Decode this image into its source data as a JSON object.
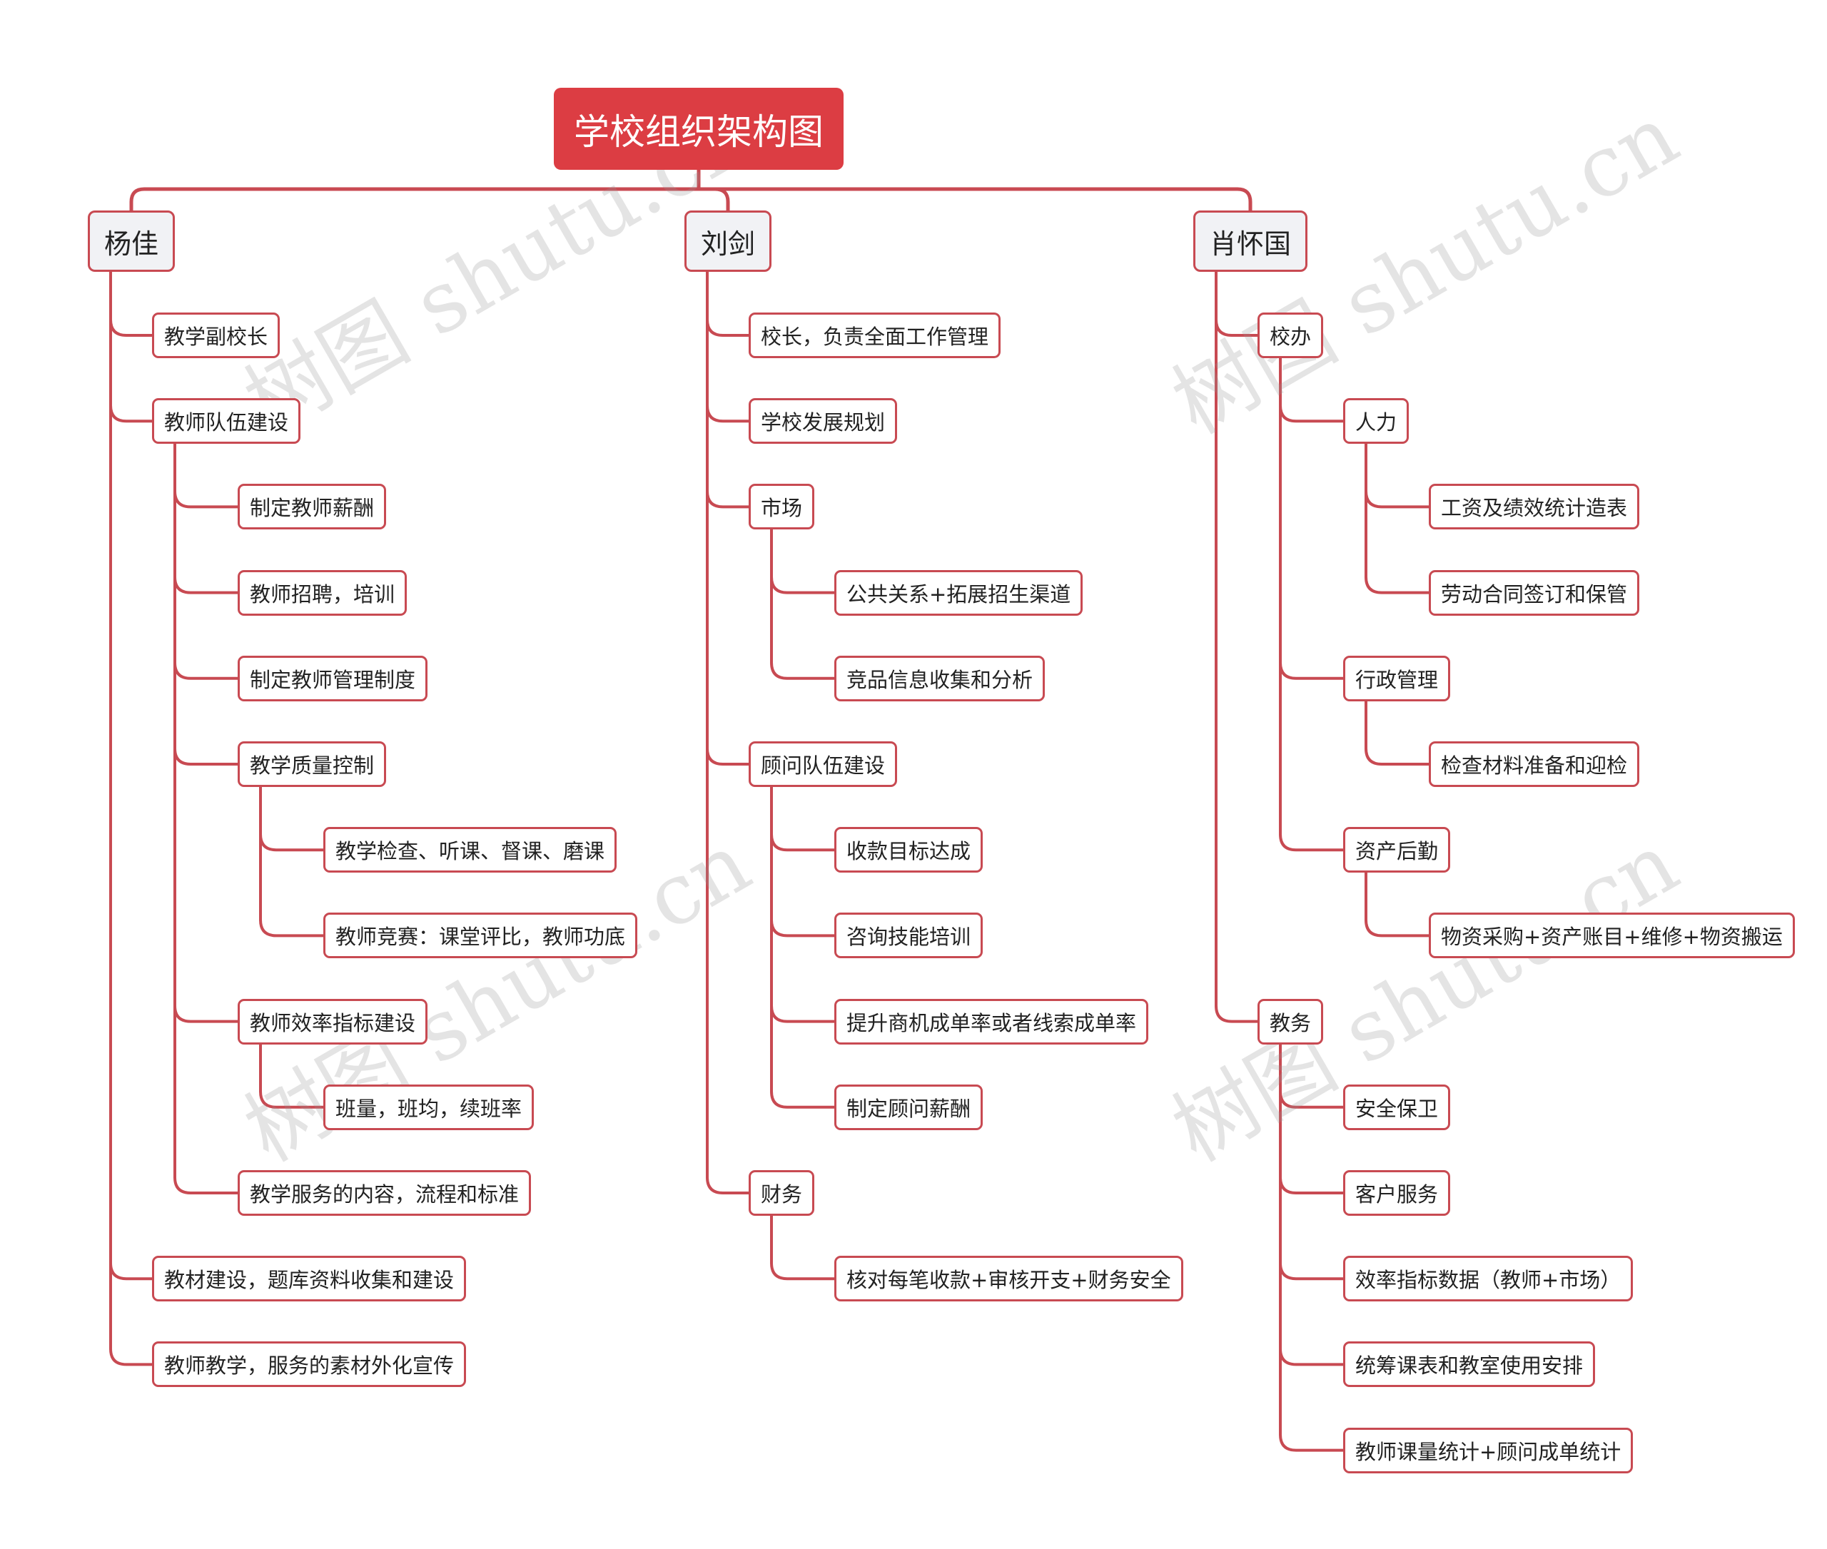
{
  "root": {
    "label": "学校组织架构图"
  },
  "branches": [
    {
      "label": "杨佳",
      "children": [
        {
          "label": "教学副校长"
        },
        {
          "label": "教师队伍建设",
          "children": [
            {
              "label": "制定教师薪酬"
            },
            {
              "label": "教师招聘，培训"
            },
            {
              "label": "制定教师管理制度"
            },
            {
              "label": "教学质量控制",
              "children": [
                {
                  "label": "教学检查、听课、督课、磨课"
                },
                {
                  "label": "教师竞赛：课堂评比，教师功底"
                }
              ]
            },
            {
              "label": "教师效率指标建设",
              "children": [
                {
                  "label": "班量，班均，续班率"
                }
              ]
            },
            {
              "label": "教学服务的内容，流程和标准"
            }
          ]
        },
        {
          "label": "教材建设，题库资料收集和建设"
        },
        {
          "label": "教师教学，服务的素材外化宣传"
        }
      ]
    },
    {
      "label": "刘剑",
      "children": [
        {
          "label": "校长，负责全面工作管理"
        },
        {
          "label": "学校发展规划"
        },
        {
          "label": "市场",
          "children": [
            {
              "label": "公共关系+拓展招生渠道"
            },
            {
              "label": "竞品信息收集和分析"
            }
          ]
        },
        {
          "label": "顾问队伍建设",
          "children": [
            {
              "label": "收款目标达成"
            },
            {
              "label": "咨询技能培训"
            },
            {
              "label": "提升商机成单率或者线索成单率"
            },
            {
              "label": "制定顾问薪酬"
            }
          ]
        },
        {
          "label": "财务",
          "children": [
            {
              "label": "核对每笔收款+审核开支+财务安全"
            }
          ]
        }
      ]
    },
    {
      "label": "肖怀国",
      "children": [
        {
          "label": "校办",
          "children": [
            {
              "label": "人力",
              "children": [
                {
                  "label": "工资及绩效统计造表"
                },
                {
                  "label": "劳动合同签订和保管"
                }
              ]
            },
            {
              "label": "行政管理",
              "children": [
                {
                  "label": "检查材料准备和迎检"
                }
              ]
            },
            {
              "label": "资产后勤",
              "children": [
                {
                  "label": "物资采购+资产账目+维修+物资搬运"
                }
              ]
            }
          ]
        },
        {
          "label": "教务",
          "children": [
            {
              "label": "安全保卫"
            },
            {
              "label": "客户服务"
            },
            {
              "label": "效率指标数据（教师+市场）"
            },
            {
              "label": "统筹课表和教室使用安排"
            },
            {
              "label": "教师课量统计+顾问成单统计"
            }
          ]
        }
      ]
    }
  ],
  "watermarks": [
    "树图 shutu.cn",
    "树图 shutu.cn",
    "树图 shutu.cn",
    "树图 shutu.cn"
  ],
  "colors": {
    "accent": "#dc3d43",
    "line": "#c84a52",
    "branch_fill": "#f1f2f5"
  }
}
